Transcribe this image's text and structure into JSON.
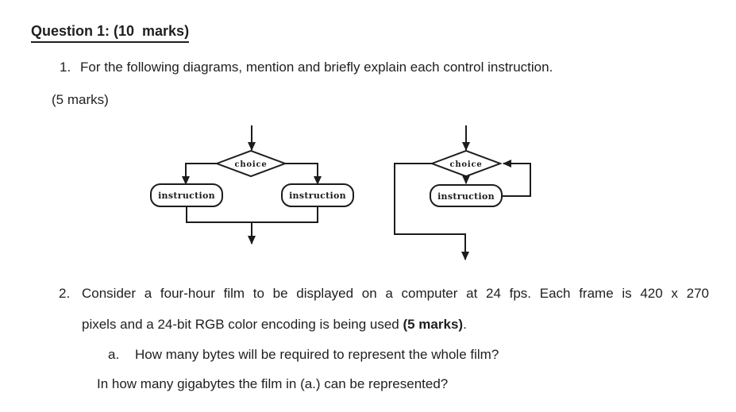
{
  "document": {
    "heading": "Question 1: (10  marks)",
    "q1": {
      "number": "1.",
      "text": "For the following diagrams, mention and briefly explain each control instruction.",
      "marks_note": "(5 marks)"
    },
    "diagram_selection": {
      "decision": "choice",
      "left_branch": "instruction",
      "right_branch": "instruction"
    },
    "diagram_loop": {
      "decision": "choice",
      "body": "instruction"
    },
    "q2": {
      "number": "2.",
      "line1": "Consider a four-hour film to be displayed on a computer at 24 fps. Each frame is 420 x 270",
      "line2_regular": "pixels and a 24-bit RGB color encoding is being used ",
      "line2_bold": "(5 marks)",
      "line2_end": ".",
      "sub_a_number": "a.",
      "sub_a_text": "How many bytes will be required to represent the whole film?",
      "sub_b_text": "In how many gigabytes the film in (a.) can be represented?"
    },
    "colors": {
      "text": "#1f1f1f",
      "diagram_line": "#1c1c1c",
      "background": "#ffffff"
    }
  }
}
